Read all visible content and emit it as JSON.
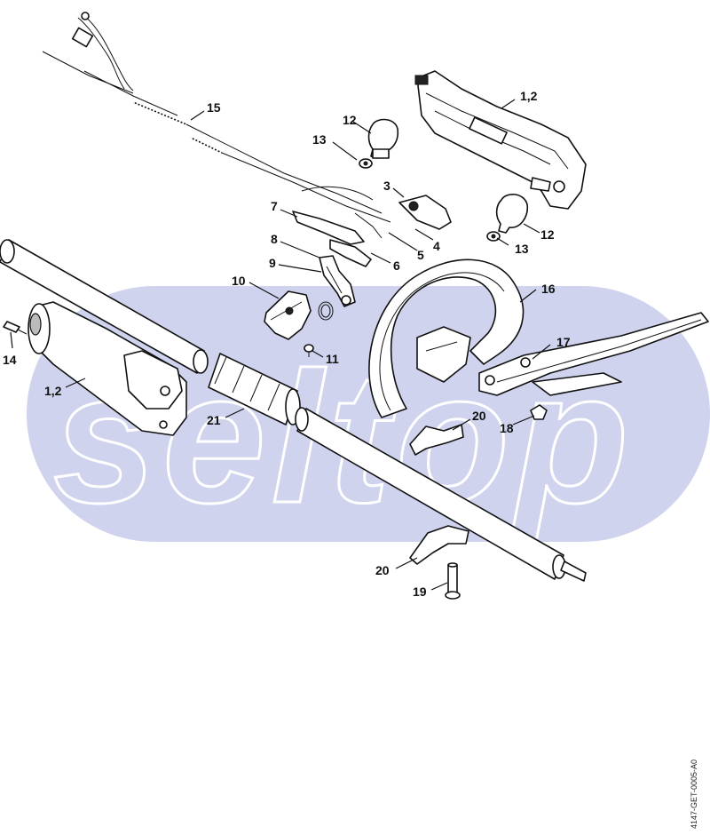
{
  "watermark": {
    "text": "seltop",
    "color": "#cfd3ee"
  },
  "drawing_code": "4147-GET-0005-A0",
  "part_labels": {
    "p12_top_handle": "1,2",
    "p1_2_left": "1,2",
    "p3": "3",
    "p4": "4",
    "p5": "5",
    "p6": "6",
    "p7": "7",
    "p8": "8",
    "p9": "9",
    "p10": "10",
    "p11": "11",
    "p12_a": "12",
    "p12_b": "12",
    "p13_a": "13",
    "p13_b": "13",
    "p14": "14",
    "p15": "15",
    "p16": "16",
    "p17": "17",
    "p18": "18",
    "p19": "19",
    "p20_a": "20",
    "p20_b": "20",
    "p21": "21"
  }
}
